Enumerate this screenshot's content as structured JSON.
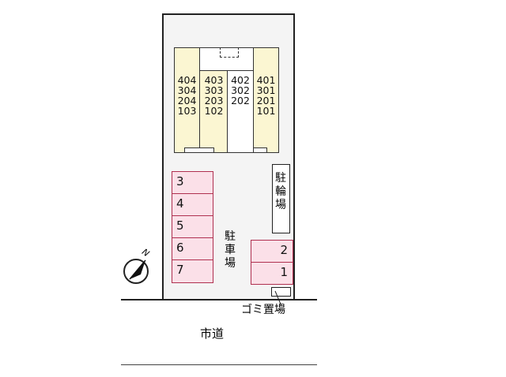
{
  "building": {
    "columns": [
      {
        "units": [
          "404",
          "304",
          "204",
          "103"
        ]
      },
      {
        "units": [
          "403",
          "303",
          "203",
          "102"
        ]
      },
      {
        "units": [
          "402",
          "302",
          "202"
        ]
      },
      {
        "units": [
          "401",
          "301",
          "201",
          "101"
        ]
      }
    ]
  },
  "parking_left": [
    "3",
    "4",
    "5",
    "6",
    "7"
  ],
  "parking_right": [
    "2",
    "1"
  ],
  "labels": {
    "parking": "駐車場",
    "bicycle": "駐輪場",
    "garbage": "ゴミ置場",
    "road": "市道",
    "north": "N"
  },
  "colors": {
    "unit_fill": "#fbf6d2",
    "parking_fill": "#fbe0e8",
    "parking_border": "#b03050"
  }
}
